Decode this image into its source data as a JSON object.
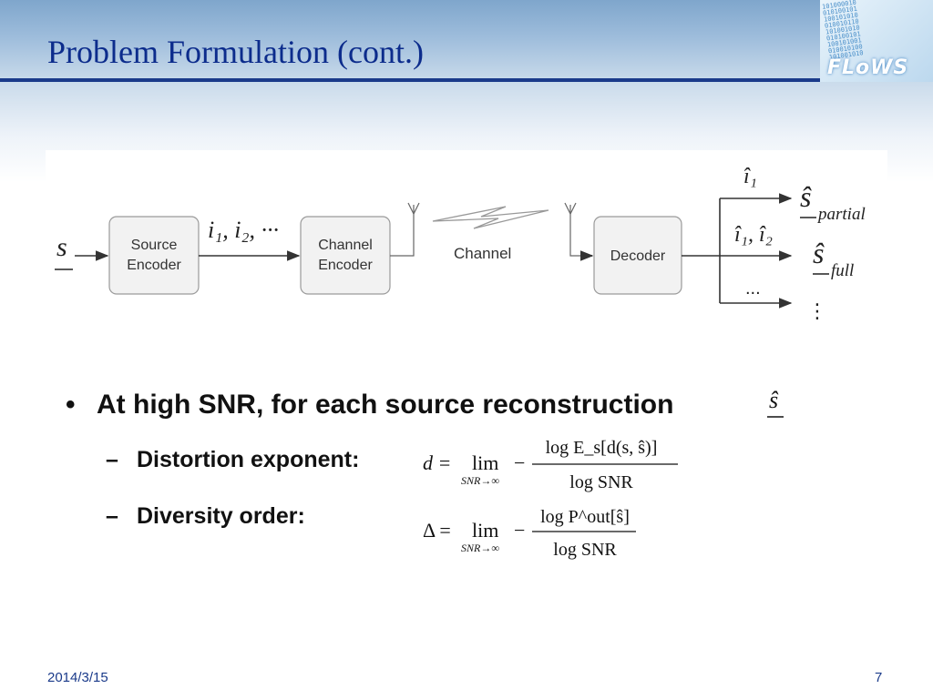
{
  "slide": {
    "title": "Problem Formulation (cont.)",
    "date": "2014/3/15",
    "page_number": "7"
  },
  "logo": {
    "text": "FLoWS",
    "bits": [
      "101000010",
      "010100101",
      "100101010",
      "010010110",
      "101001010",
      "010100101",
      "100101001",
      "010010100",
      "101001010"
    ]
  },
  "diagram": {
    "input_symbol": "s",
    "source_encoder": [
      "Source",
      "Encoder"
    ],
    "channel_encoder": [
      "Channel",
      "Encoder"
    ],
    "channel_label": "Channel",
    "decoder_label": "Decoder",
    "indices_label": "i₁, i₂, ···",
    "out1_index": "î₁",
    "out1_symbol": "ŝ",
    "out1_sub": "partial",
    "out2_index": "î₁, î₂",
    "out2_symbol": "ŝ",
    "out2_sub": "full",
    "out3_index": "...",
    "out3_symbol": "⋮"
  },
  "content": {
    "bullet_marker": "•",
    "main_bullet": "At high SNR, for each source reconstruction",
    "main_symbol": "ŝ",
    "dash_marker": "–",
    "sub1_label": "Distortion exponent:",
    "sub2_label": "Diversity order:"
  },
  "eq1": {
    "lhs": "d =",
    "lim": "lim",
    "lim_sub": "SNR→∞",
    "minus": "−",
    "numerator": "log E_s[d(s, ŝ)]",
    "denominator": "log SNR"
  },
  "eq2": {
    "lhs": "Δ =",
    "lim": "lim",
    "lim_sub": "SNR→∞",
    "minus": "−",
    "numerator": "log P^out[ŝ]",
    "denominator": "log SNR"
  }
}
